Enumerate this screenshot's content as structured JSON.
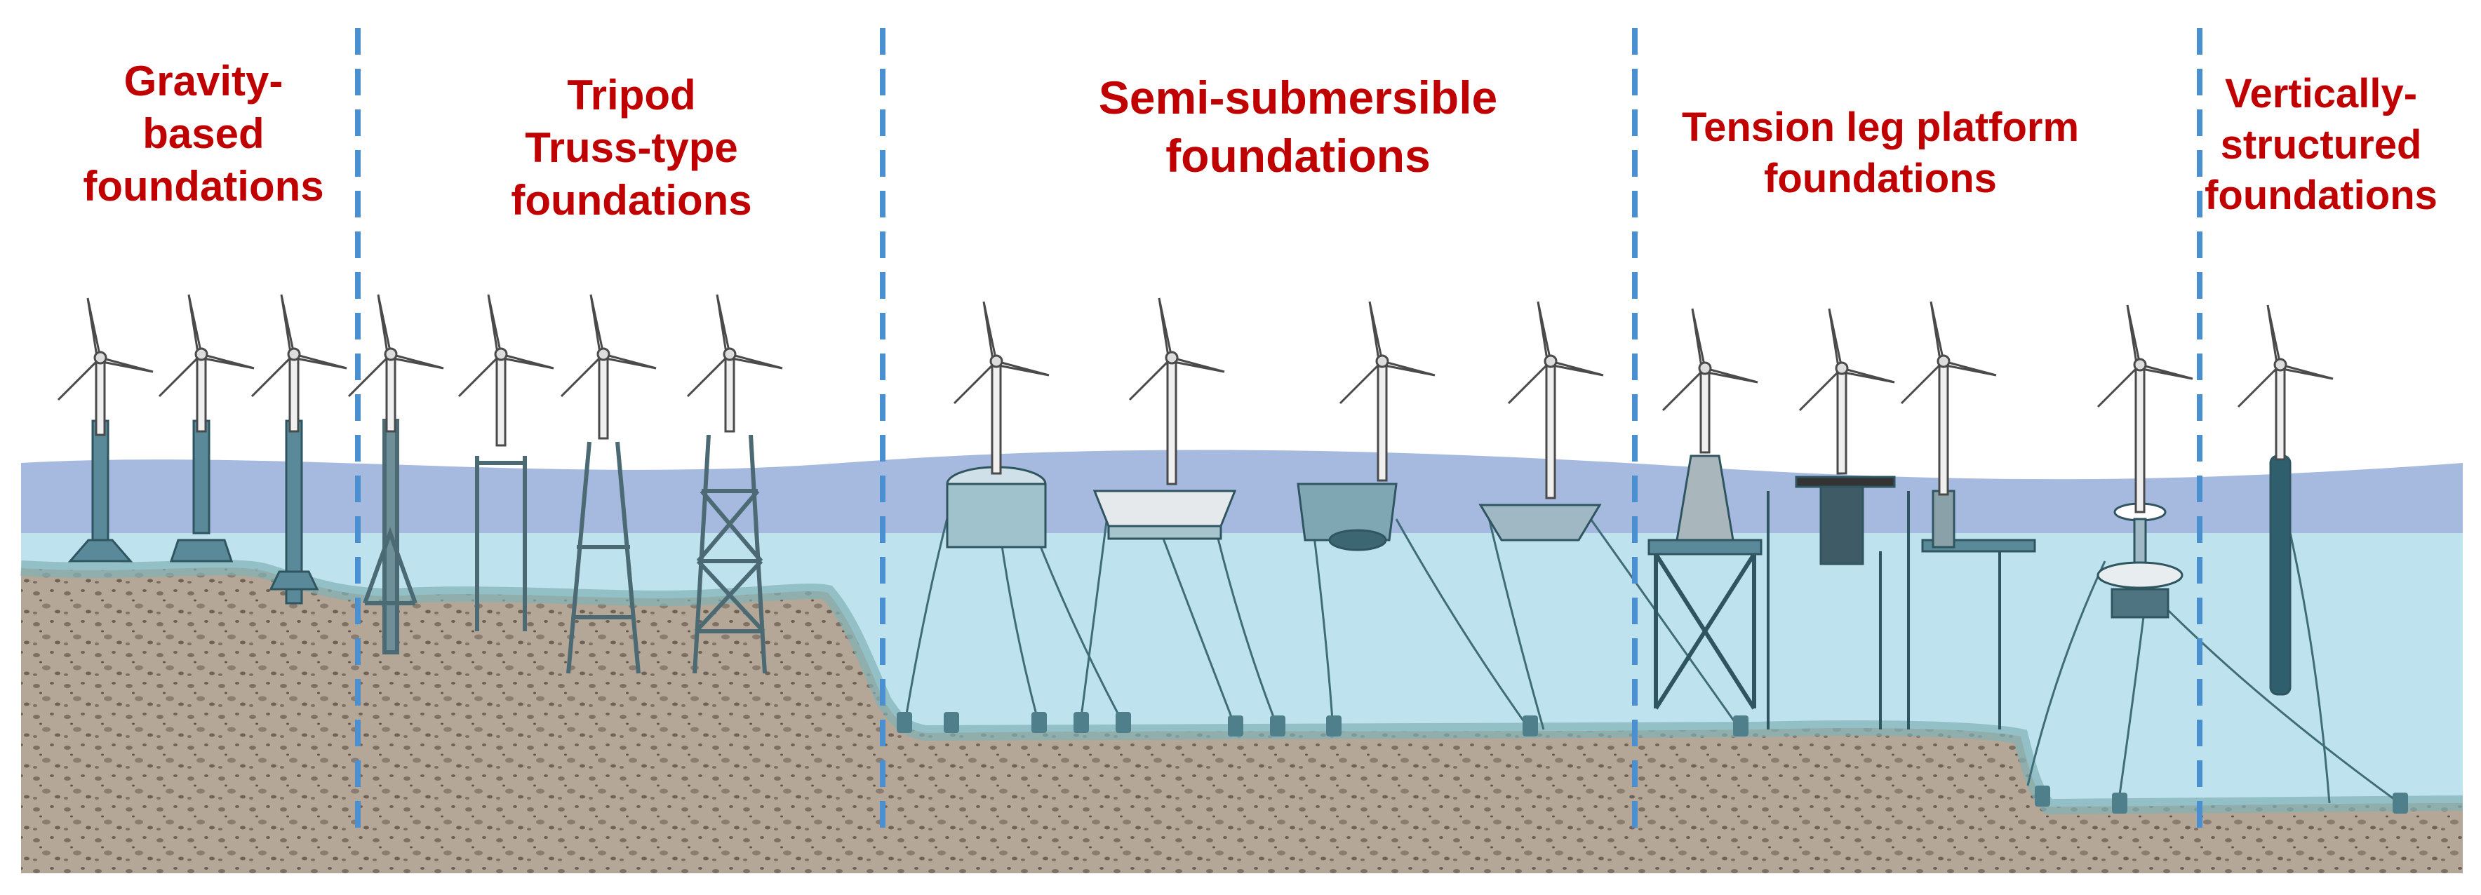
{
  "sections": [
    {
      "id": "gravity",
      "lines": [
        "Gravity-",
        "based",
        "foundations"
      ]
    },
    {
      "id": "tripod",
      "lines": [
        "Tripod",
        "Truss-type",
        "foundations"
      ]
    },
    {
      "id": "semi",
      "lines": [
        "Semi-submersible",
        "foundations"
      ]
    },
    {
      "id": "tlp",
      "lines": [
        "Tension leg platform",
        "foundations"
      ]
    },
    {
      "id": "vertical",
      "lines": [
        "Vertically-",
        "structured",
        "foundations"
      ]
    }
  ],
  "colors": {
    "title": "#c00000",
    "divider": "#4a90d0",
    "sea_surface": "#a6b9de",
    "water": "#bfe3ee",
    "seabed": "#b5a797",
    "seabed_dots": "#7c6e62",
    "structure": "#5a8a99",
    "turbine": "#ffffff"
  },
  "icons": [
    "wind-turbine-icon",
    "gravity-base-icon",
    "jacket-icon",
    "tripod-icon",
    "semi-submersible-icon",
    "tension-leg-icon",
    "spar-buoy-icon",
    "mooring-line-icon",
    "anchor-icon"
  ]
}
